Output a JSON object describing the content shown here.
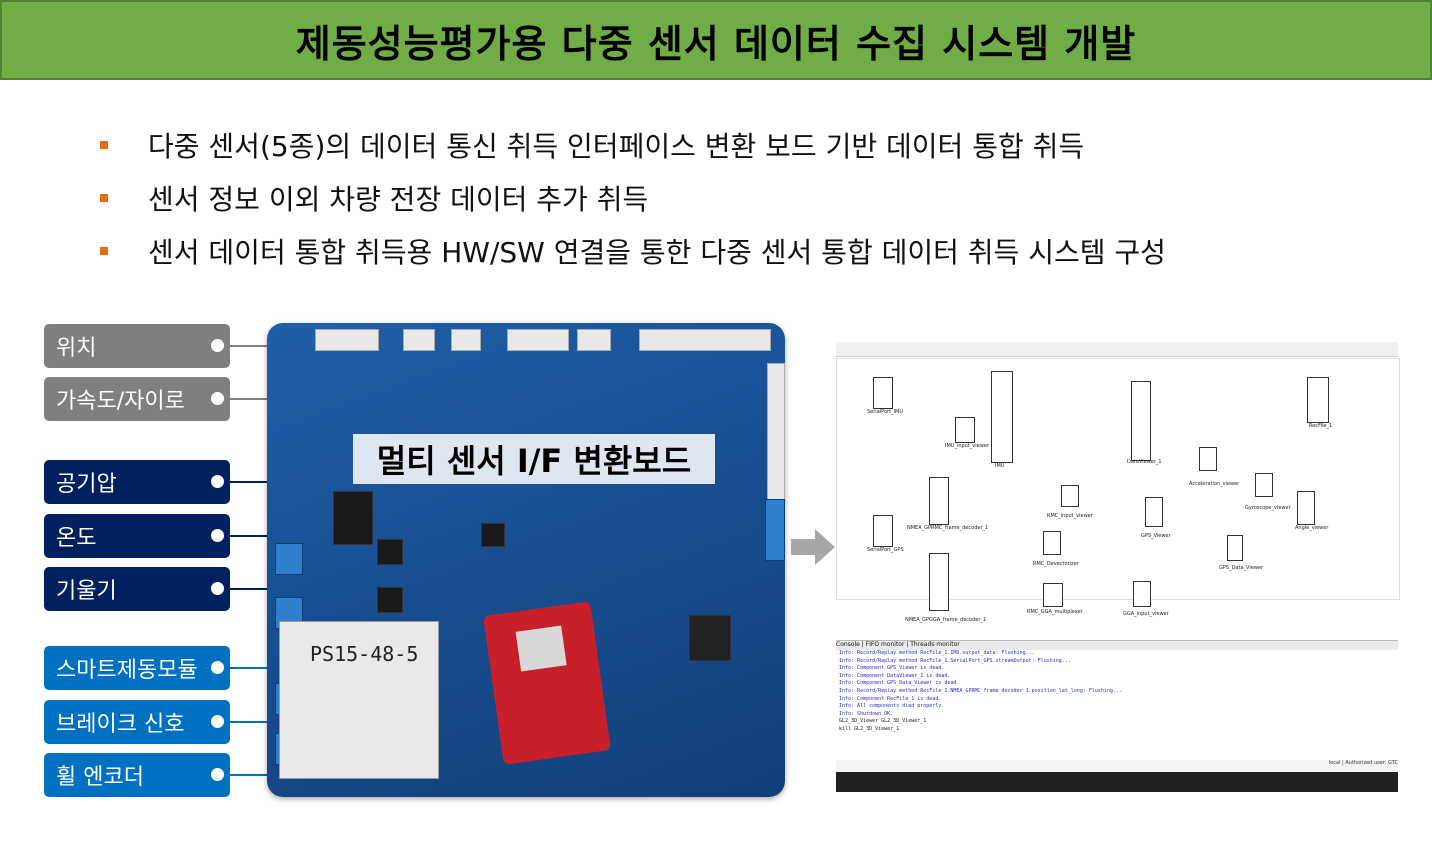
{
  "title": "제동성능평가용 다중 센서 데이터 수집 시스템 개발",
  "bullets": [
    "다중 센서(5종)의 데이터 통신 취득 인터페이스 변환 보드 기반 데이터 통합 취득",
    "센서 정보 이외 차량 전장 데이터 추가 취득",
    "센서 데이터 통합 취득용 HW/SW 연결을 통한 다중 센서 통합 데이터 취득 시스템 구성"
  ],
  "sensor_tags": [
    {
      "label": "위치",
      "color": "#7f7f7f"
    },
    {
      "label": "가속도/자이로",
      "color": "#7f7f7f"
    },
    {
      "label": "공기압",
      "color": "#002060"
    },
    {
      "label": "온도",
      "color": "#002060"
    },
    {
      "label": "기울기",
      "color": "#002060"
    },
    {
      "label": "스마트제동모듈",
      "color": "#0070c0"
    },
    {
      "label": "브레이크 신호",
      "color": "#0070c0"
    },
    {
      "label": "휠 엔코더",
      "color": "#0070c0"
    }
  ],
  "board": {
    "label": "멀티 센서 I/F 변환보드",
    "power_module": "PS15-48-5"
  },
  "software": {
    "blocks": [
      "SerialPort_IMU",
      "IMU_input_viewer",
      "IMU",
      "DataViewer_1",
      "RecFile_1",
      "Acceleration_viewer",
      "Gyroscope_viewer",
      "Angle_viewer",
      "NMEA_GPRMC_frame_decoder_1",
      "RMC_input_viewer",
      "GPS_Viewer",
      "SerialPort_GPS",
      "RMC_Devectorizer",
      "GPS_Data_Viewer",
      "NMEA_GPGGA_frame_decoder_1",
      "RMC_GGA_multiplexer",
      "GGA_input_viewer"
    ],
    "console_tabs": "Console | FIFO monitor | Threads monitor",
    "console_lines": [
      "Info: Record/Replay method RecFile_1.IMU.output_data: Flushing...",
      "Info: Record/Replay method RecFile_1.SerialPort_GPS.streamOutput: Flushing...",
      "Info: Component GPS_Viewer is dead.",
      "Info: Component DataViewer_1 is dead.",
      "Info: Component GPS_Data_Viewer is dead.",
      "Info: Record/Replay method RecFile_1.NMEA_GPRMC_frame_decoder_1.position_lat_long: Flushing...",
      "Info: Component RecFile_1 is dead.",
      "Info: All components died properly.",
      "Info: Shutdown OK.",
      "GL2_3D_Viewer GL2_3D_Viewer_1",
      "kill GL2_3D_Viewer_1"
    ],
    "status": "local | Authorized user: GTC"
  }
}
